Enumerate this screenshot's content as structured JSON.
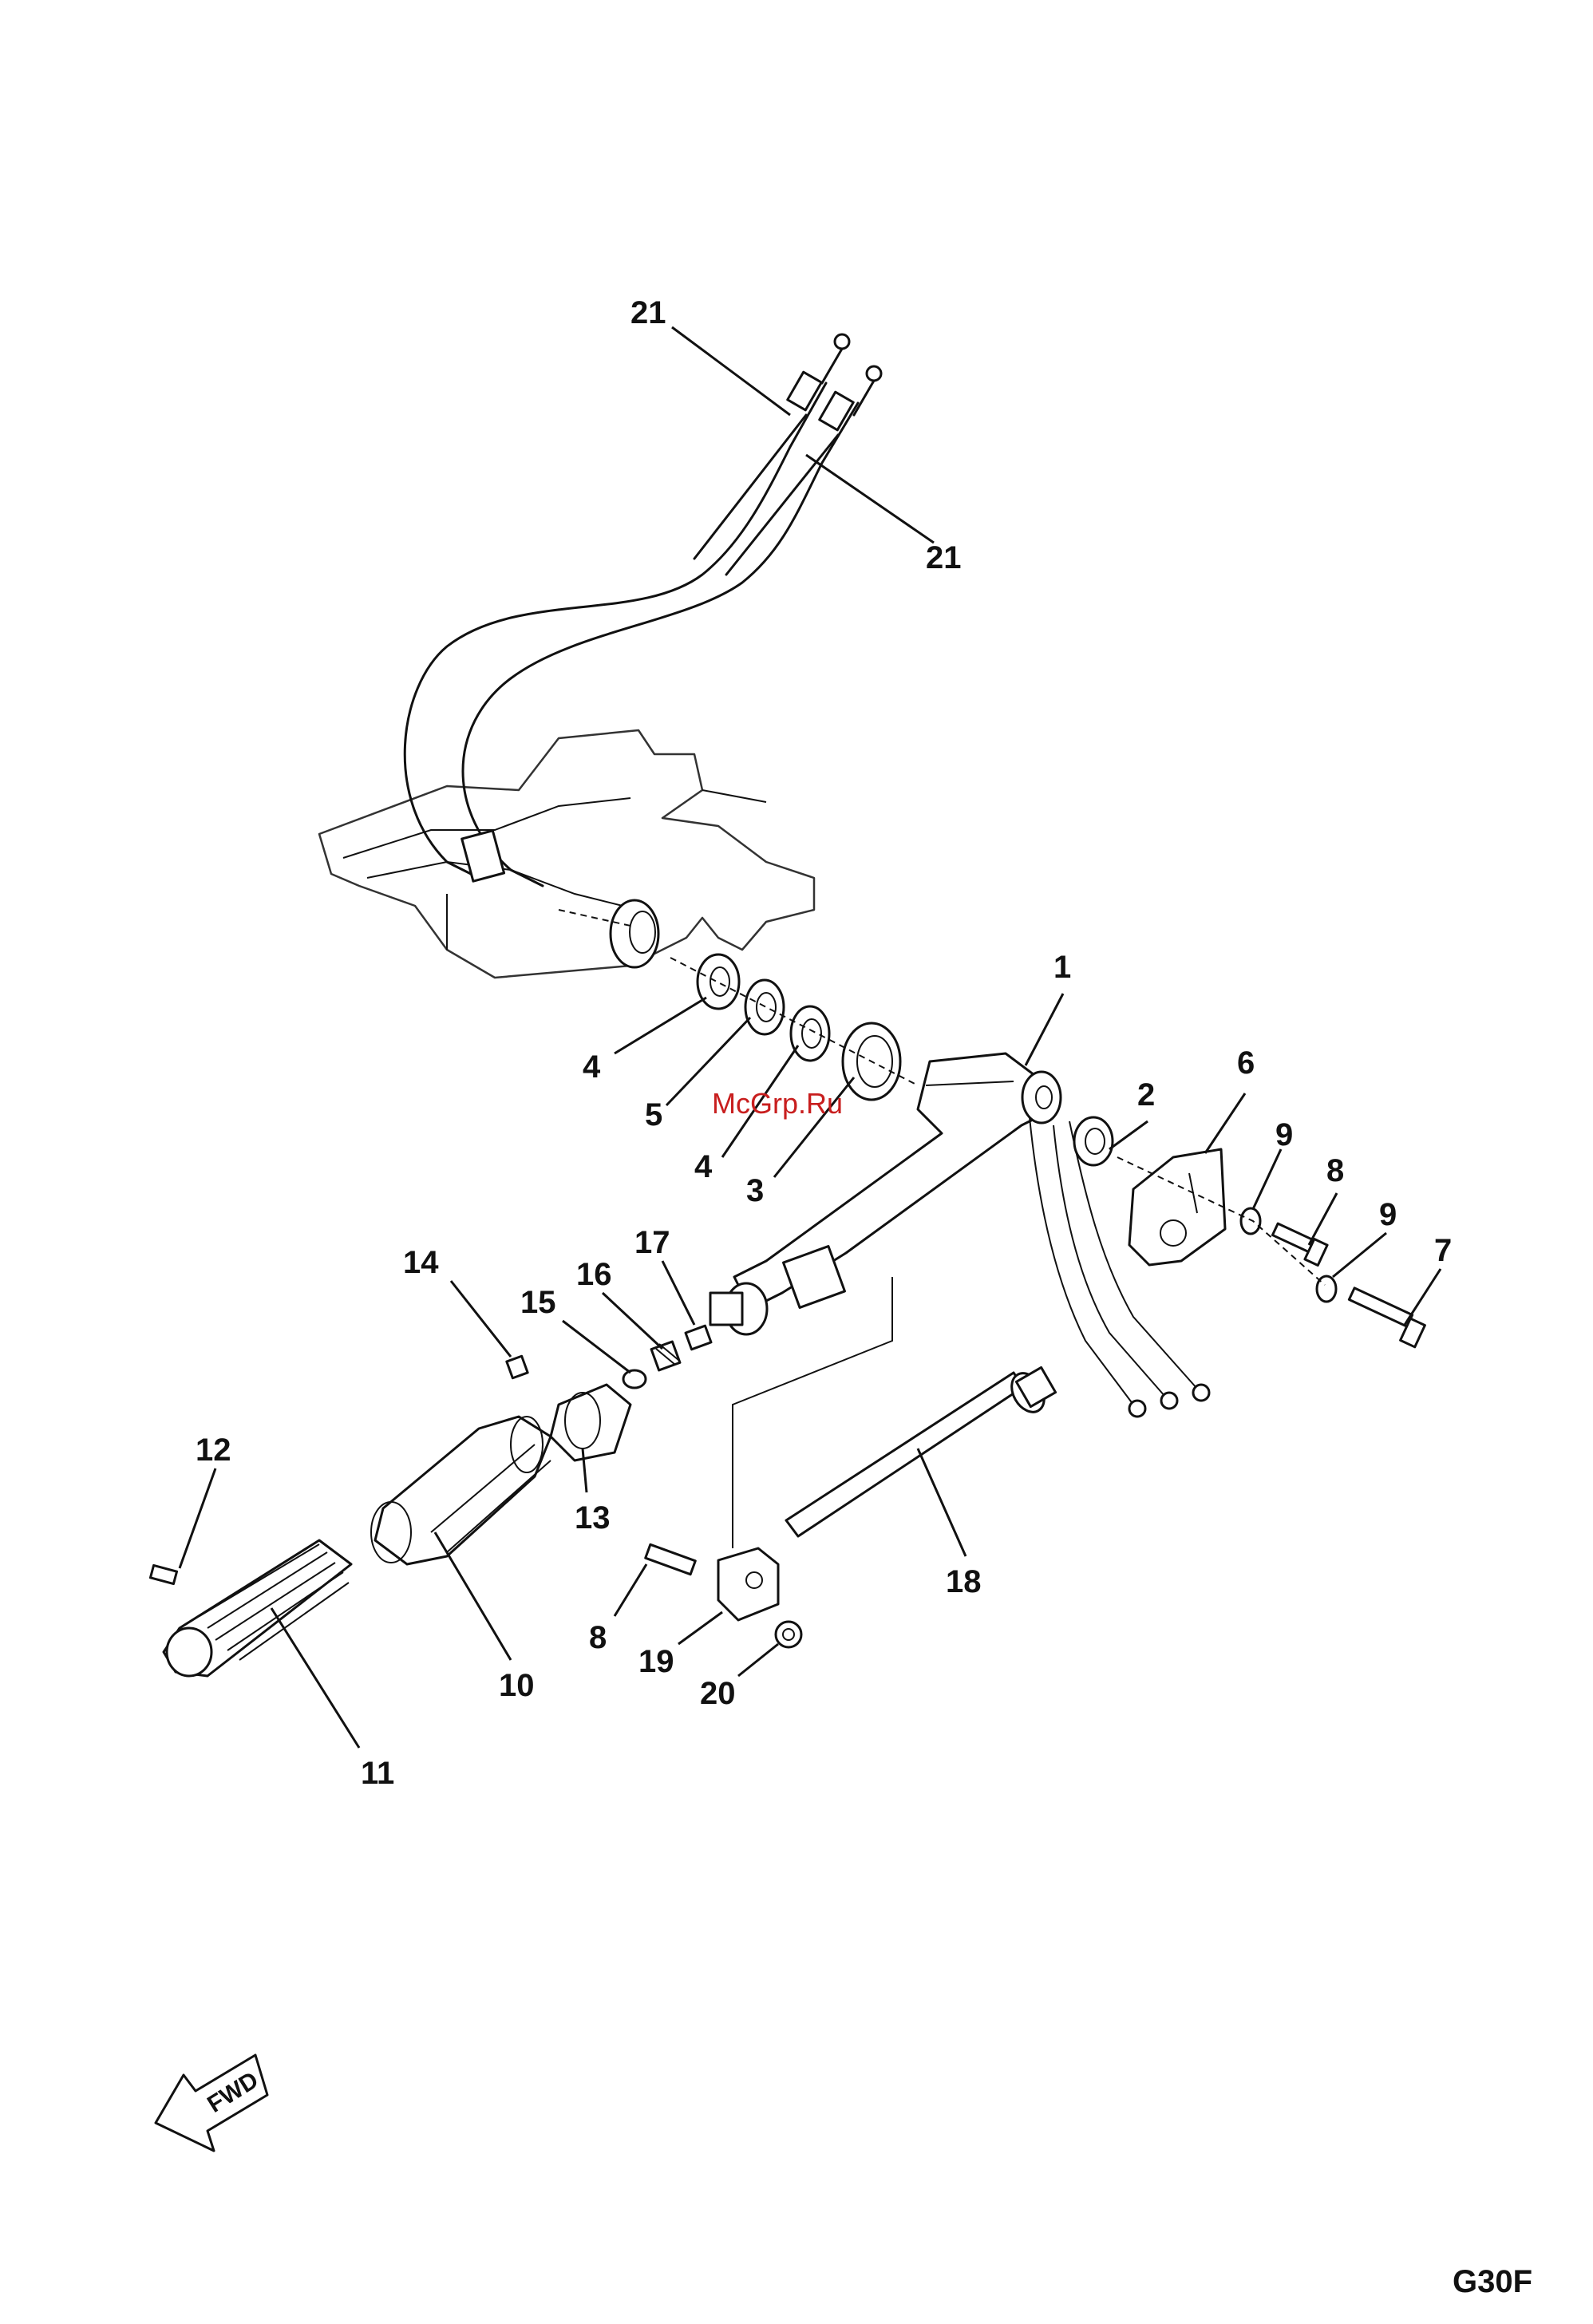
{
  "callouts": [
    {
      "label": "21"
    },
    {
      "label": "21"
    },
    {
      "label": "1"
    },
    {
      "label": "2"
    },
    {
      "label": "6"
    },
    {
      "label": "4"
    },
    {
      "label": "5"
    },
    {
      "label": "4"
    },
    {
      "label": "3"
    },
    {
      "label": "9"
    },
    {
      "label": "8"
    },
    {
      "label": "9"
    },
    {
      "label": "7"
    },
    {
      "label": "17"
    },
    {
      "label": "16"
    },
    {
      "label": "15"
    },
    {
      "label": "14"
    },
    {
      "label": "12"
    },
    {
      "label": "13"
    },
    {
      "label": "10"
    },
    {
      "label": "11"
    },
    {
      "label": "8"
    },
    {
      "label": "19"
    },
    {
      "label": "20"
    },
    {
      "label": "18"
    }
  ],
  "watermark": "McGrp.Ru",
  "fwd_label": "FWD",
  "diagram_code": "G30F"
}
